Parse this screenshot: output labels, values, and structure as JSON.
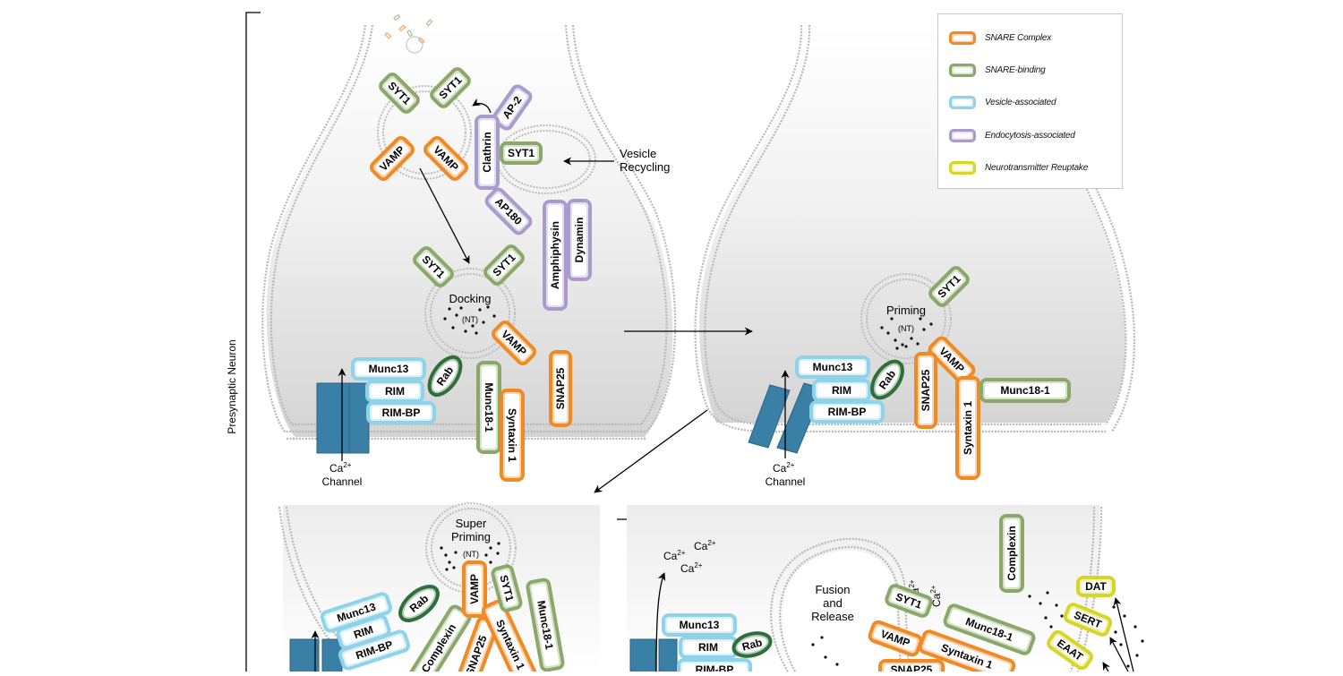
{
  "figure": {
    "side_label": "Presynaptic Neuron",
    "colors": {
      "snare_complex": "#f08a24",
      "snare_binding": "#8aa86a",
      "vesicle_associated": "#8fd3ea",
      "endocytosis_associated": "#a99bcc",
      "neurotransmitter_reuptake": "#d6d62a",
      "rab": "#2f6f3a",
      "channel": "#3a7fa6",
      "membrane": "#b5b5b5",
      "cytoplasm": "#dcdcdc"
    }
  },
  "legend": {
    "items": [
      {
        "label": "SNARE Complex",
        "color": "#f08a24"
      },
      {
        "label": "SNARE-binding",
        "color": "#8aa86a"
      },
      {
        "label": "Vesicle-associated",
        "color": "#8fd3ea"
      },
      {
        "label": "Endocytosis-associated",
        "color": "#a99bcc"
      },
      {
        "label": "Neurotransmitter Reuptake",
        "color": "#d6d62a"
      }
    ]
  },
  "panel_docking": {
    "stage_label": "Docking",
    "nt_label": "(NT)",
    "recycling_label_1": "Vesicle",
    "recycling_label_2": "Recycling",
    "channel_label_1": "Ca",
    "channel_label_sup": "2+",
    "channel_label_2": "Channel",
    "proteins": {
      "syt1_a": "SYT1",
      "syt1_b": "SYT1",
      "vamp_a": "VAMP",
      "vamp_b": "VAMP",
      "ap2": "AP-2",
      "clathrin": "Clathrin",
      "syt1_c": "SYT1",
      "ap180": "AP180",
      "amphiphysin": "Amphiphysin",
      "dynamin": "Dynamin",
      "syt1_d": "SYT1",
      "syt1_e": "SYT1",
      "vamp_c": "VAMP",
      "munc13": "Munc13",
      "rim": "RIM",
      "rimbp": "RIM-BP",
      "rab": "Rab",
      "munc18": "Munc18-1",
      "syntaxin": "Syntaxin 1",
      "snap25": "SNAP25"
    }
  },
  "panel_priming": {
    "stage_label": "Priming",
    "nt_label": "(NT)",
    "channel_label_1": "Ca",
    "channel_label_sup": "2+",
    "channel_label_2": "Channel",
    "proteins": {
      "syt1": "SYT1",
      "vamp": "VAMP",
      "snap25": "SNAP25",
      "syntaxin": "Syntaxin 1",
      "munc18": "Munc18-1",
      "munc13": "Munc13",
      "rim": "RIM",
      "rimbp": "RIM-BP",
      "rab": "Rab"
    }
  },
  "panel_superpriming": {
    "stage_label_1": "Super",
    "stage_label_2": "Priming",
    "nt_label": "(NT)",
    "proteins": {
      "munc13": "Munc13",
      "rim": "RIM",
      "rimbp": "RIM-BP",
      "rab": "Rab",
      "complexin": "Complexin",
      "snap25": "SNAP25",
      "vamp": "VAMP",
      "syntaxin": "Syntaxin 1",
      "syt1": "SYT1",
      "munc18": "Munc18-1"
    }
  },
  "panel_fusion": {
    "stage_label_1": "Fusion",
    "stage_label_2": "and",
    "stage_label_3": "Release",
    "ca_ion": "Ca",
    "ca_sup": "2+",
    "proteins": {
      "munc13": "Munc13",
      "rim": "RIM",
      "rimbp": "RIM-BP",
      "rab": "Rab",
      "syt1": "SYT1",
      "vamp": "VAMP",
      "syntaxin": "Syntaxin 1",
      "munc18": "Munc18-1",
      "snap25": "SNAP25",
      "complexin": "Complexin",
      "dat": "DAT",
      "sert": "SERT",
      "eaat": "EAAT"
    }
  }
}
